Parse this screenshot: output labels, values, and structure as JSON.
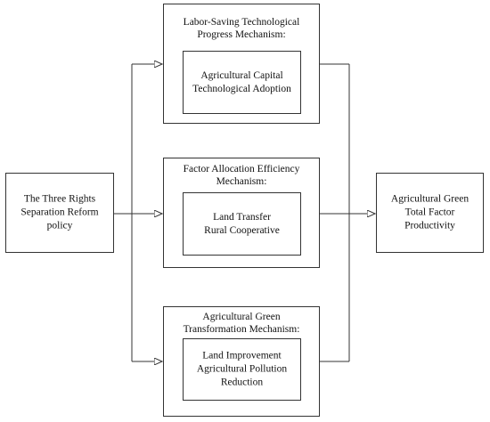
{
  "source": {
    "text": "The Three Rights\nSeparation Reform\npolicy"
  },
  "target": {
    "text": "Agricultural Green\nTotal Factor\nProductivity"
  },
  "mechanisms": [
    {
      "title": "Labor-Saving Technological\nProgress Mechanism:",
      "inner": "Agricultural Capital\nTechnological Adoption"
    },
    {
      "title": "Factor Allocation Efficiency\nMechanism:",
      "inner": "Land Transfer\nRural Cooperative"
    },
    {
      "title": "Agricultural Green\nTransformation Mechanism:",
      "inner": "Land Improvement\nAgricultural Pollution\nReduction"
    }
  ]
}
